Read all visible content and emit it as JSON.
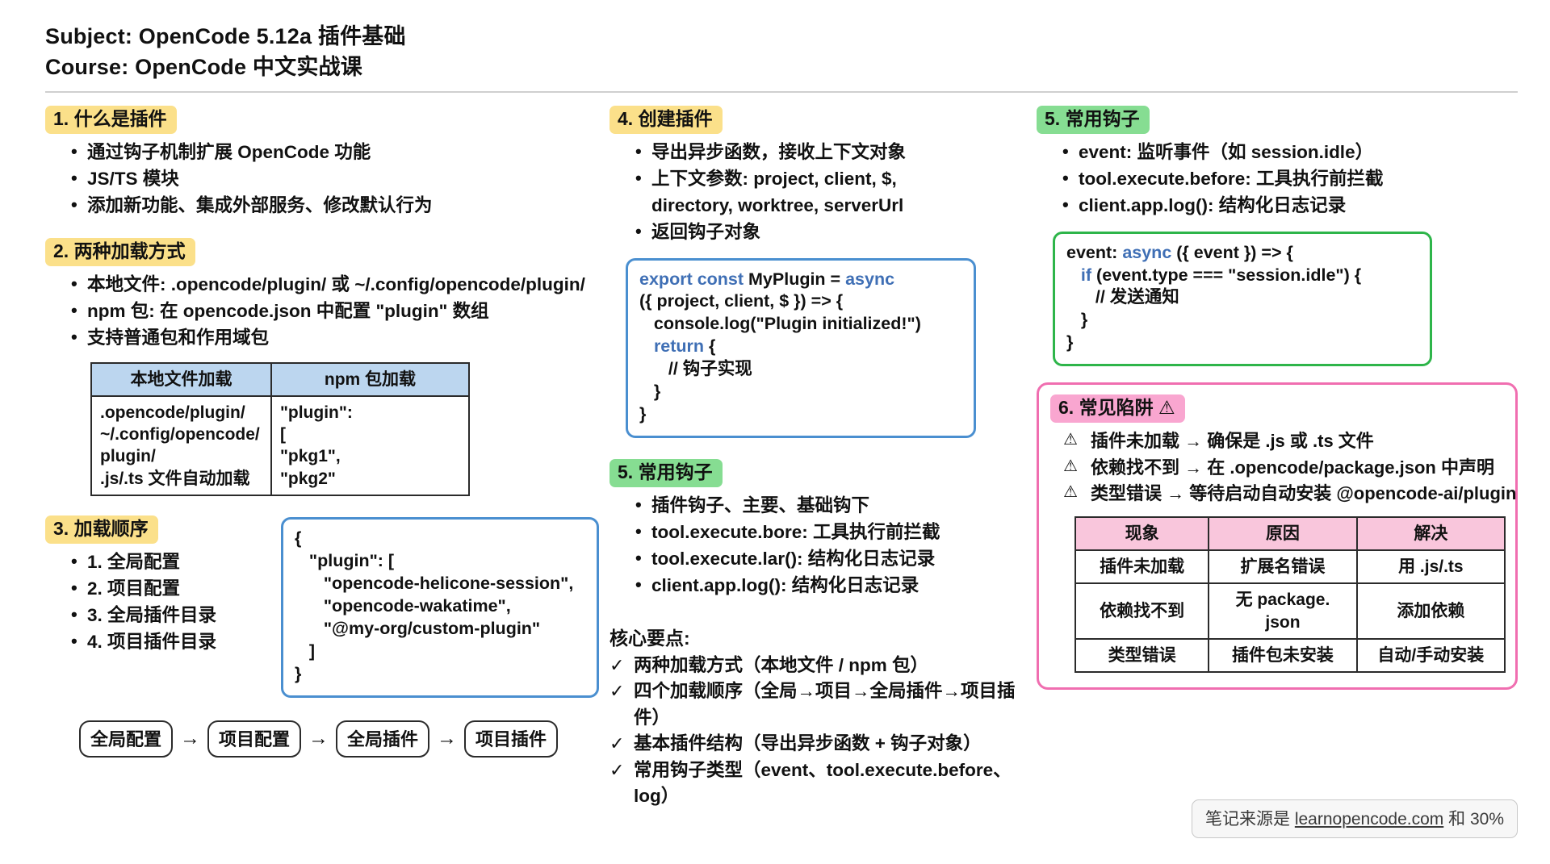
{
  "header": {
    "subject": "Subject: OpenCode 5.12a 插件基础",
    "course": "Course:  OpenCode 中文实战课"
  },
  "section1": {
    "title": "1. 什么是插件",
    "bullets": [
      "通过钩子机制扩展 OpenCode 功能",
      "JS/TS 模块",
      "添加新功能、集成外部服务、修改默认行为"
    ]
  },
  "section2": {
    "title": "2. 两种加载方式",
    "bullets": [
      "本地文件: .opencode/plugin/ 或 ~/.config/opencode/plugin/",
      "npm 包: 在 opencode.json 中配置 \"plugin\" 数组",
      "支持普通包和作用域包"
    ],
    "table": {
      "headers": [
        "本地文件加载",
        "npm 包加载"
      ],
      "cells": [
        ".opencode/plugin/\n~/.config/opencode/\nplugin/\n.js/.ts 文件自动加载",
        "\"plugin\":\n   [\n        \"pkg1\",\n        \"pkg2\""
      ]
    }
  },
  "section3": {
    "title": "3. 加载顺序",
    "bullets": [
      "1. 全局配置",
      "2. 项目配置",
      "3. 全局插件目录",
      "4. 项目插件目录"
    ],
    "code": "{\n   \"plugin\": [\n      \"opencode-helicone-session\",\n      \"opencode-wakatime\",\n      \"@my-org/custom-plugin\"\n   ]\n}",
    "flow": [
      "全局配置",
      "项目配置",
      "全局插件",
      "项目插件"
    ],
    "flow_arrow": "→"
  },
  "section4": {
    "title": "4. 创建插件",
    "bullets": [
      "导出异步函数，接收上下文对象",
      "上下文参数: project, client, $,",
      "directory, worktree, serverUrl",
      "返回钩子对象"
    ],
    "code_lines": [
      {
        "kw": "export const ",
        "rest": "MyPlugin = ",
        "kw2": "async"
      },
      {
        "plain": "({ project, client, $ }) => {"
      },
      {
        "plain": "   console.log(\"Plugin initialized!\")"
      },
      {
        "kw": "   return ",
        "rest": "{"
      },
      {
        "plain": "      // 钩子实现"
      },
      {
        "plain": "   }"
      },
      {
        "plain": "}"
      }
    ]
  },
  "section5_mid": {
    "title": "5. 常用钩子",
    "bullets": [
      "插件钩子、主要、基础钩下",
      "tool.execute.bore: 工具执行前拦截",
      "tool.execute.lar(): 结构化日志记录",
      "client.app.log(): 结构化日志记录"
    ]
  },
  "keypoints": {
    "title": "核心要点:",
    "items": [
      "两种加载方式（本地文件 / npm 包）",
      "四个加载顺序（全局→项目→全局插件→项目插件）",
      "基本插件结构（导出异步函数 + 钩子对象）",
      "常用钩子类型（event、tool.execute.before、log）"
    ]
  },
  "section5_right": {
    "title": "5. 常用钩子",
    "bullets": [
      "event: 监听事件（如 session.idle）",
      "tool.execute.before: 工具执行前拦截",
      "client.app.log(): 结构化日志记录"
    ],
    "code_lines": [
      {
        "plain": "event: ",
        "kw2": "async",
        "tail": " ({ event }) => {"
      },
      {
        "lead": "   ",
        "kw2": "if",
        "tail": " (event.type === \"session.idle\") {"
      },
      {
        "plain": "      // 发送通知"
      },
      {
        "plain": "   }"
      },
      {
        "plain": "}"
      }
    ]
  },
  "section6": {
    "title": "6. 常见陷阱 ⚠",
    "warn_icon": "⚠",
    "warnings": [
      "插件未加载 → 确保是 .js 或 .ts 文件",
      "依赖找不到 → 在 .opencode/package.json 中声明",
      "类型错误 → 等待启动自动安装 @opencode-ai/plugin"
    ],
    "table": {
      "headers": [
        "现象",
        "原因",
        "解决"
      ],
      "rows": [
        [
          "插件未加载",
          "扩展名错误",
          "用 .js/.ts"
        ],
        [
          "依赖找不到",
          "无 package.\njson",
          "添加依赖"
        ],
        [
          "类型错误",
          "插件包未安装",
          "自动/手动安装"
        ]
      ]
    }
  },
  "footer": {
    "prefix": "笔记来源是 ",
    "link": "learnopencode.com",
    "suffix": " 和 30%"
  },
  "colors": {
    "chip_yellow": "#fbe08a",
    "chip_green": "#86dd92",
    "chip_pink": "#f9a6d0",
    "code_blue_border": "#4a8fd0",
    "code_green_border": "#2eb54a",
    "pitfall_border": "#f06eb0",
    "table_blue_header": "#bcd6ef",
    "table_pink_header": "#f9c6dc",
    "keyword": "#3f6fb5"
  }
}
